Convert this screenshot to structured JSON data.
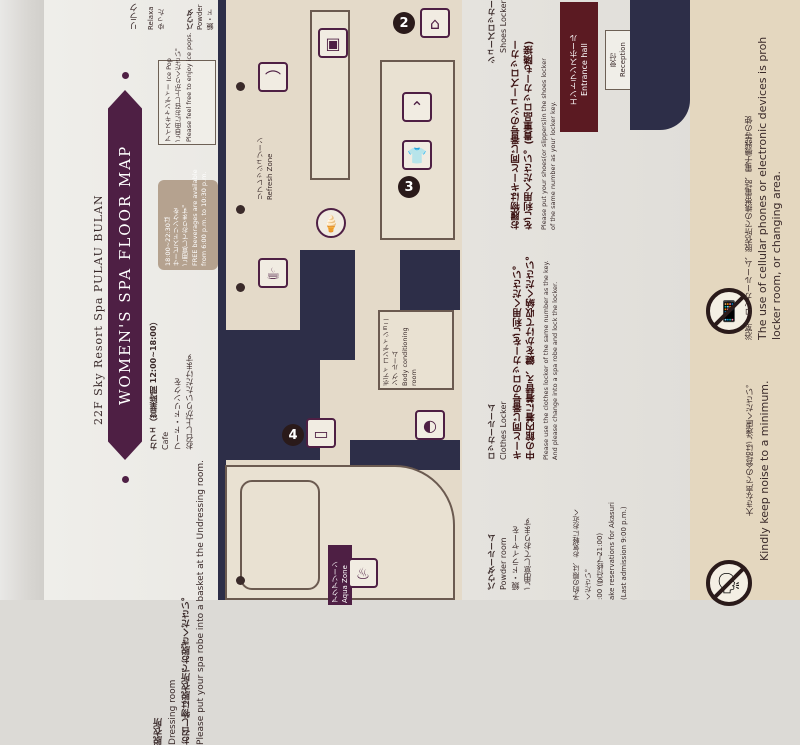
{
  "header": {
    "subtitle": "22F Sky Resort Spa PULAU BULAN",
    "title": "WOMEN'S SPA FLOOR MAP"
  },
  "dressing_room": {
    "jp": "脱衣所",
    "en": "Dressing room",
    "note_jp": "お召し物は脱衣所でお脱ぎください。",
    "note_en": "Please put your spa robe into a basket at the Undressing room."
  },
  "cafe": {
    "jp": "カフェ（営業時間 12:00~18:00）",
    "en": "Cafe",
    "note_jp": "フード・ドリンクを",
    "note_jp2": "お召し上がりいただけます"
  },
  "free_drinks": {
    "jp": "18:00~22:30は",
    "jp2": "サービスドリンクを",
    "jp3": "ご用意しております。",
    "en": "FREE beverages are available",
    "en2": "from 6:00 p.m. to 10:30 p.m."
  },
  "ice_pop": {
    "jp": "アイスキャンディー Ice Pop",
    "jp2": "ご自由にお召し上がりください。",
    "en": "Please feel free to enjoy ice pops."
  },
  "refresh_zone": {
    "jp": "リフレッシュゾーン",
    "en": "Refresh Zone"
  },
  "body_room": {
    "jp": "ボディ コンディショニング ルーム",
    "en": "Body conditioning room"
  },
  "aqua_zone": {
    "jp": "アクアゾーン",
    "en": "Aqua Zone"
  },
  "relax": {
    "jp": "リラク",
    "en": "Relaxa",
    "jp2": "ゆった"
  },
  "powder_top": {
    "jp": "パウダ",
    "en": "Powder",
    "jp2": "鏡・ド"
  },
  "markers": [
    "2",
    "3",
    "4"
  ],
  "powder_room": {
    "jp": "パウダールーム",
    "en": "Powder room",
    "note_jp": "鏡・ドライヤーを",
    "note_jp2": "ご用意しております"
  },
  "clothes_locker": {
    "jp": "ロッカールーム",
    "en": "Clothes Locker",
    "note_jp": "キーと同じ番号のロッカーをご利用ください。",
    "note_jp2": "中の館内着に着替え、鍵をかけて収納ください。",
    "note_en": "Please use the clothes locker of the same number as the key.",
    "note_en2": "And please change into a spa robe and lock the locker."
  },
  "shoes_locker": {
    "jp": "シューズロッカー",
    "en": "Shoes Locker",
    "note_jp": "お履物はキーと同じ番号のシューズロッカー",
    "note_jp2": "をご利用ください。(貴重品ロッカーも隣接)",
    "note_en": "Please put your shoes(or slippers)in the shoes locker",
    "note_en2": "of the same number as your locker key."
  },
  "akasuri": {
    "jp": "予約の際は、お気軽にお近く",
    "jp2": "ください。",
    "hours": ":00 (受付終了21:00)",
    "en": "ake reservations for Akasuri",
    "en2": "(Last admission 9:00 p.m.)"
  },
  "entrance": {
    "jp": "エントランスホール",
    "en": "Entrance hall"
  },
  "reception": {
    "jp": "受付",
    "en": "Reception"
  },
  "notices": {
    "phones_jp": "浴室、ロッカールーム、脱衣所での携帯電話、電子機器等の使",
    "phones_en": "The use of cellular phones or electronic devices is proh",
    "phones_en2": "locker room, or changing area.",
    "noise_jp": "大きな声での会話はご遠慮ください。",
    "noise_en": "Kindly keep noise to a minimum."
  },
  "colors": {
    "brand": "#4e1f44",
    "wall": "#2d2e48",
    "entrance": "#5b1a22"
  }
}
